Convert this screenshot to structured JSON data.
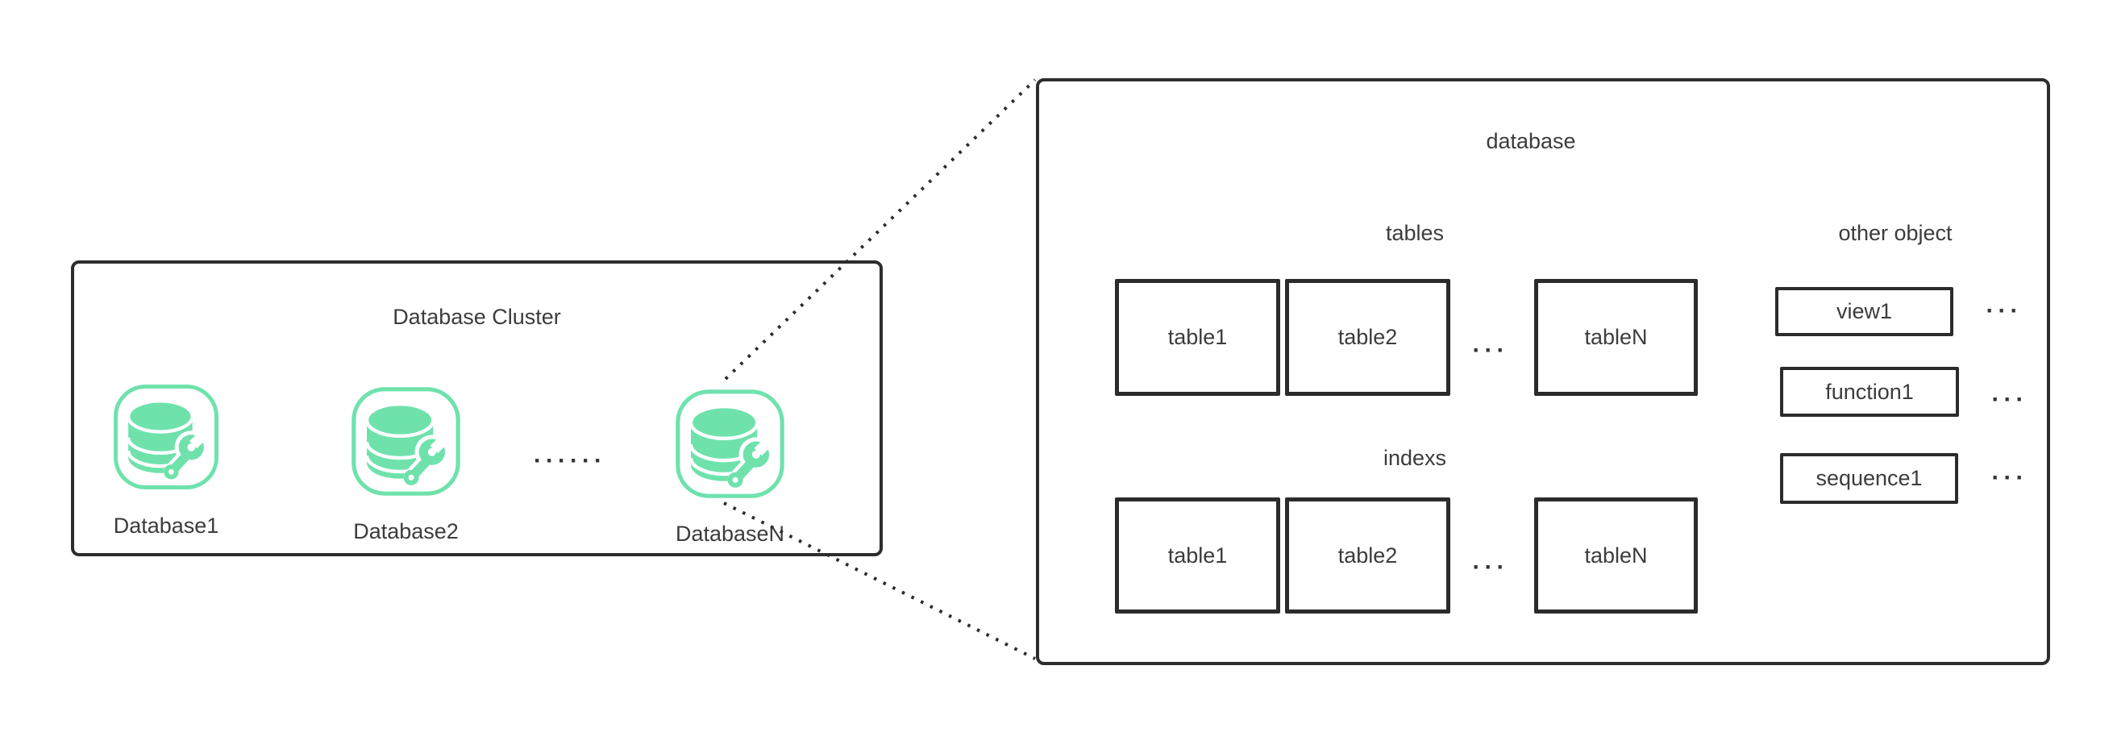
{
  "colors": {
    "accent": "#6FE2AC",
    "border": "#2D2D2D",
    "text": "#3C3C3C"
  },
  "cluster": {
    "title": "Database Cluster",
    "databases": [
      {
        "label": "Database1"
      },
      {
        "label": "Database2"
      },
      {
        "label": "DatabaseN"
      }
    ],
    "ellipsis": "······"
  },
  "detail": {
    "title": "database",
    "tables": {
      "label": "tables",
      "items": [
        "table1",
        "table2",
        "tableN"
      ],
      "ellipsis": "···"
    },
    "indexes": {
      "label": "indexs",
      "items": [
        "table1",
        "table2",
        "tableN"
      ],
      "ellipsis": "···"
    },
    "other": {
      "label": "other object",
      "items": [
        {
          "label": "view1",
          "ellipsis": "···"
        },
        {
          "label": "function1",
          "ellipsis": "···"
        },
        {
          "label": "sequence1",
          "ellipsis": "···"
        }
      ]
    }
  }
}
